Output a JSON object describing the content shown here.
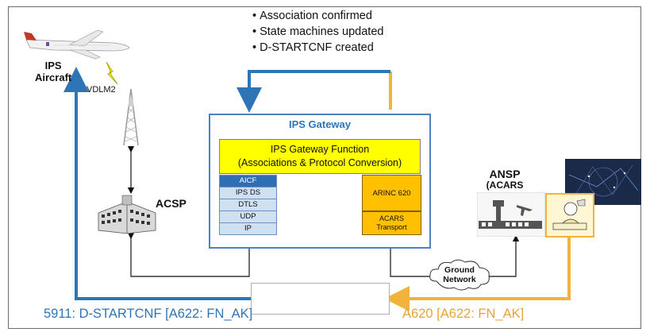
{
  "annotations": {
    "bullets": [
      "Association confirmed",
      "State machines updated",
      "D-STARTCNF created"
    ]
  },
  "aircraft": {
    "label_line1": "IPS",
    "label_line2": "Aircraft"
  },
  "link": {
    "vdlm2": "VDLM2"
  },
  "acsp": {
    "label": "ACSP"
  },
  "gateway": {
    "title": "IPS Gateway",
    "function_line1": "IPS Gateway Function",
    "function_line2": "(Associations & Protocol Conversion)",
    "ips_stack": [
      "AICF",
      "IPS DS",
      "DTLS",
      "UDP",
      "IP"
    ],
    "arinc_label": "ARINC 620",
    "acars_line1": "ACARS",
    "acars_line2": "Transport"
  },
  "ansp": {
    "label_line1": "ANSP",
    "label_line2": "(ACARS Host)"
  },
  "ground_network": {
    "line1": "Ground",
    "line2": "Network"
  },
  "messages": {
    "left": "5911: D-STARTCNF [A622: FN_AK]",
    "right": "A620 [A622: FN_AK]"
  },
  "colors": {
    "blue_flow": "#2e75b6",
    "orange_flow": "#f0b43c",
    "gateway_yellow": "#ffff00",
    "arinc_orange": "#ffc000",
    "aicf_blue": "#2f6db5",
    "stack_blue": "#cfe0f3"
  },
  "icons": [
    "airplane-icon",
    "lightning-icon",
    "radio-tower-icon",
    "office-building-icon",
    "control-tower-icon",
    "radar-screen-icon",
    "controller-icon",
    "cloud-icon"
  ]
}
